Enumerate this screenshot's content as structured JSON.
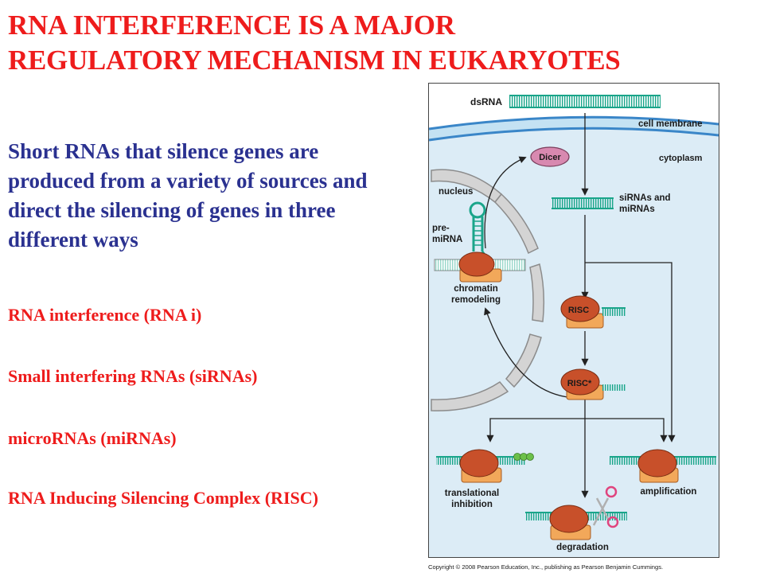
{
  "slide": {
    "title_line1": "RNA INTERFERENCE IS A MAJOR",
    "title_line2": "REGULATORY MECHANISM IN EUKARYOTES",
    "intro": "Short RNAs that silence genes are produced from a variety of sources and direct the silencing of genes in three different ways",
    "terms": [
      "RNA interference (RNA i)",
      "Small interfering RNAs (siRNAs)",
      "microRNAs (miRNAs)",
      "RNA Inducing Silencing Complex (RISC)"
    ]
  },
  "figure": {
    "labels": {
      "dsrna": "dsRNA",
      "cell_membrane": "cell membrane",
      "dicer": "Dicer",
      "cytoplasm": "cytoplasm",
      "nucleus": "nucleus",
      "sirnas_line1": "siRNAs and",
      "sirnas_line2": "miRNAs",
      "premirna_line1": "pre-",
      "premirna_line2": "miRNA",
      "chromatin_line1": "chromatin",
      "chromatin_line2": "remodeling",
      "risc": "RISC",
      "risc_star": "RISC*",
      "translational_line1": "translational",
      "translational_line2": "inhibition",
      "amplification": "amplification",
      "degradation": "degradation"
    },
    "copyright": "Copyright © 2008 Pearson Education, Inc., publishing as Pearson Benjamin Cummings."
  },
  "colors": {
    "title": "#ee1c1c",
    "intro": "#2a3190",
    "rna": "#1aa58a",
    "dicer": "#d889b0",
    "risc": "#c8502a",
    "membrane": "#3a86c8",
    "cytoplasm_bg": "#dcecf6"
  }
}
